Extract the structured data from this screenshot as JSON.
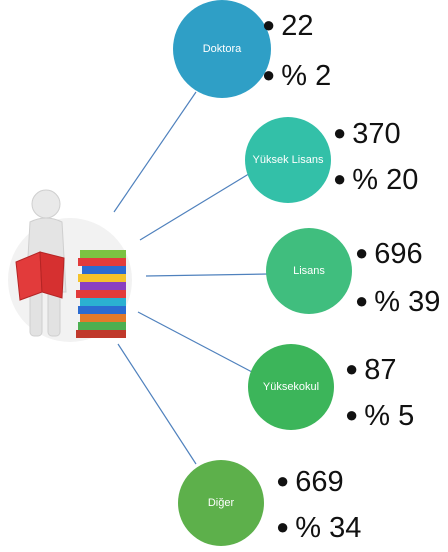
{
  "categories": [
    {
      "label": "Doktora",
      "count": "22",
      "percent": "% 2",
      "color": "#2f9fc6"
    },
    {
      "label": "Yüksek Lisans",
      "count": "370",
      "percent": "% 20",
      "color": "#33c0a8"
    },
    {
      "label": "Lisans",
      "count": "696",
      "percent": "% 39",
      "color": "#40be7e"
    },
    {
      "label": "Yüksekokul",
      "count": "87",
      "percent": "% 5",
      "color": "#3cb55a"
    },
    {
      "label": "Diğer",
      "count": "669",
      "percent": "% 34",
      "color": "#5db04b"
    }
  ],
  "connector_color": "#4f81bd",
  "center_icon": "person-reading-book-with-book-stack-icon"
}
